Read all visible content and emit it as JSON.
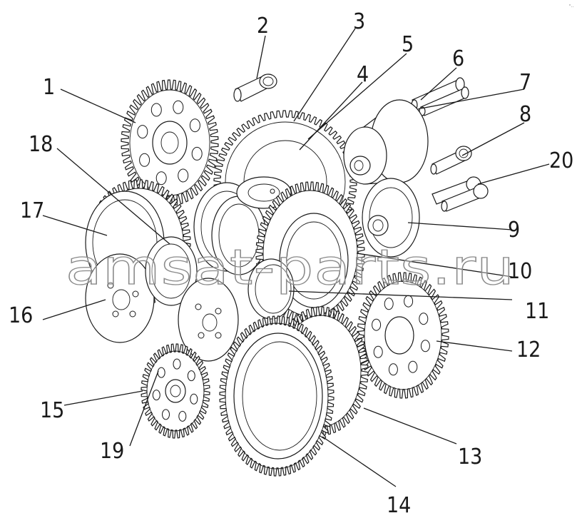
{
  "watermark": "amsat-parts.ru",
  "corner_mark": "ⁿ‥",
  "labels": {
    "p1": "1",
    "p2": "2",
    "p3": "3",
    "p4": "4",
    "p5": "5",
    "p6": "6",
    "p7": "7",
    "p8": "8",
    "p9": "9",
    "p10": "10",
    "p11": "11",
    "p12": "12",
    "p13": "13",
    "p14": "14",
    "p15": "15",
    "p16": "16",
    "p17": "17",
    "p18": "18",
    "p19": "19",
    "p20": "20"
  }
}
